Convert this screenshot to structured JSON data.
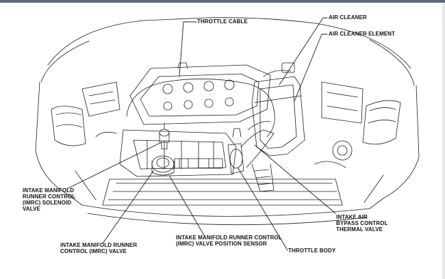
{
  "labels": {
    "throttle_cable": "THROTTLE CABLE",
    "air_cleaner": "AIR CLEANER",
    "air_cleaner_element": "AIR CLEANER ELEMENT",
    "imrc_solenoid_valve": "INTAKE MANIFOLD\nRUNNER CONTROL\n(IMRC) SOLENOID\nVALVE",
    "imrc_valve": "INTAKE MANIFOLD RUNNER\nCONTROL (IMRC) VALVE",
    "imrc_position_sensor": "INTAKE MANIFOLD RUNNER CONTROL\n(IMRC) VALVE POSITION SENSOR",
    "intake_air_bypass": "INTAKE AIR\nBYPASS CONTROL\nTHERMAL VALVE",
    "throttle_body": "THROTTLE BODY"
  },
  "colors": {
    "line": "#1a1a1a",
    "top_bar": "#5a6a7e"
  }
}
